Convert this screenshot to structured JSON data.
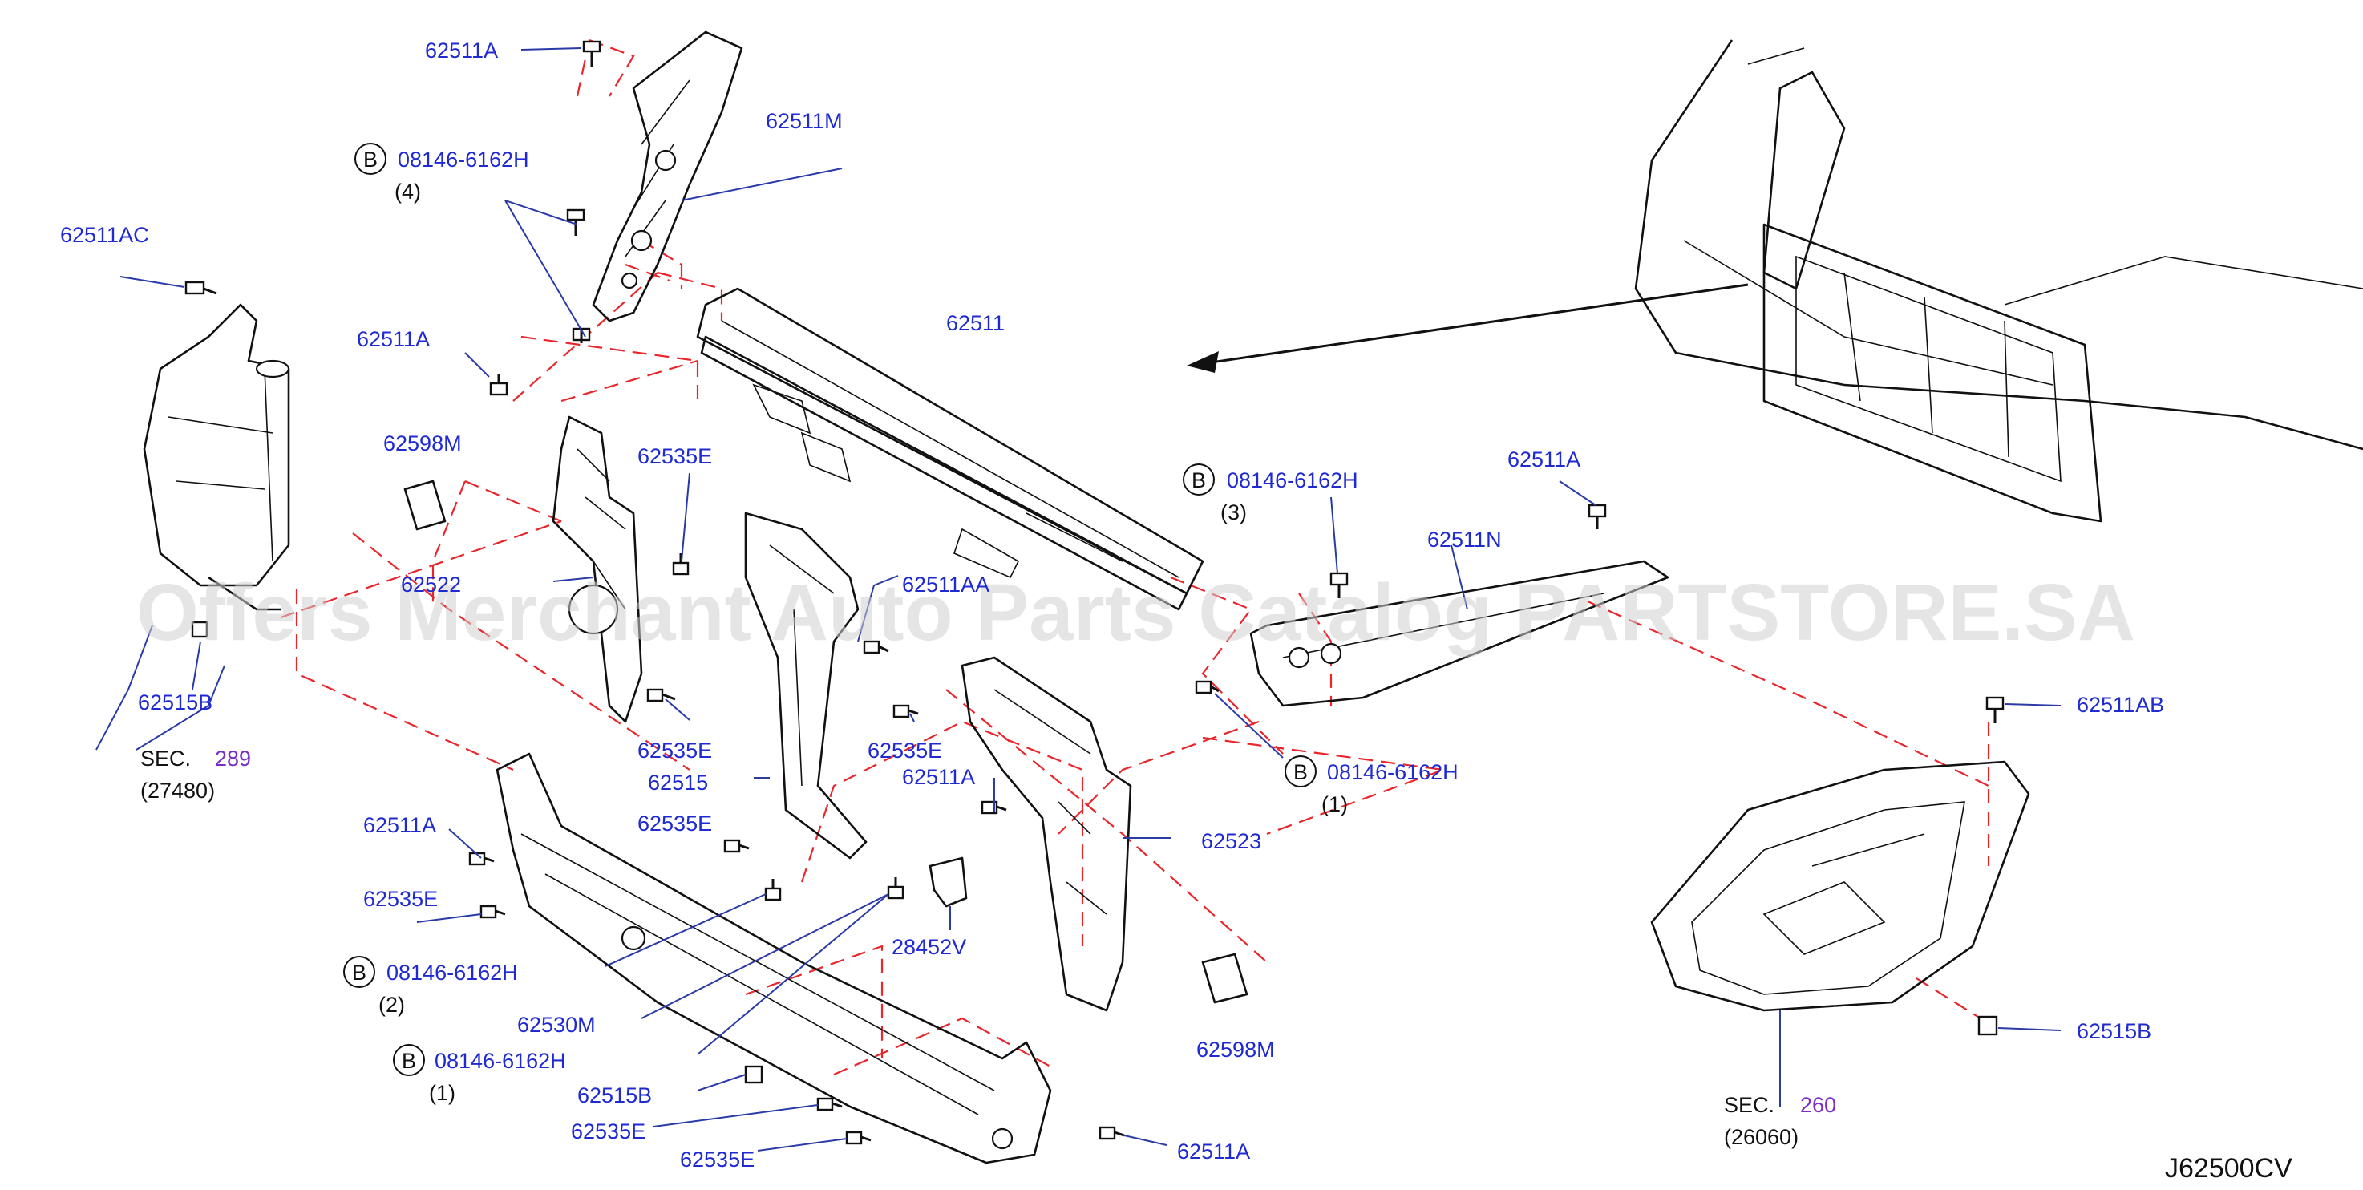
{
  "labels": {
    "p62511a_top": "62511A",
    "p62511m": "62511M",
    "bolt_b_4_code": "08146-6162H",
    "bolt_b_4_qty": "(4)",
    "p62511ac": "62511AC",
    "p62511a_left": "62511A",
    "p62511": "62511",
    "p62598m_left": "62598M",
    "p62535e_1": "62535E",
    "p62522": "62522",
    "p62511aa": "62511AA",
    "p62515b_left": "62515B",
    "sec289_text": "SEC.",
    "sec289_num": "289",
    "sec289_sub": "(27480)",
    "p62535e_2": "62535E",
    "p62535e_3": "62535E",
    "p62515": "62515",
    "p62511a_mid": "62511A",
    "p62535e_4": "62535E",
    "p62523": "62523",
    "p62511a_left2": "62511A",
    "p62535e_5": "62535E",
    "p28452v": "28452V",
    "bolt_b_2_code": "08146-6162H",
    "bolt_b_2_qty": "(2)",
    "p62530m": "62530M",
    "bolt_b_1a_code": "08146-6162H",
    "bolt_b_1a_qty": "(1)",
    "p62515b_bottom": "62515B",
    "p62535e_6": "62535E",
    "p62535e_7": "62535E",
    "p62511a_bottom": "62511A",
    "p62598m_right": "62598M",
    "bolt_b_3_code": "08146-6162H",
    "bolt_b_3_qty": "(3)",
    "p62511a_right": "62511A",
    "p62511n": "62511N",
    "bolt_b_1b_code": "08146-6162H",
    "bolt_b_1b_qty": "(1)",
    "p62511ab": "62511AB",
    "p62515b_right": "62515B",
    "sec260_text": "SEC.",
    "sec260_num": "260",
    "sec260_sub": "(26060)",
    "b_letter": "B",
    "diagram_code": "J62500CV"
  },
  "watermark": "Offers Merchant Auto Parts Catalog PARTSTORE.SA",
  "colors": {
    "label_blue": "#1f2ad1",
    "section_purple": "#7a2ec7",
    "dash_red": "#e8262b",
    "line_black": "#111111"
  }
}
